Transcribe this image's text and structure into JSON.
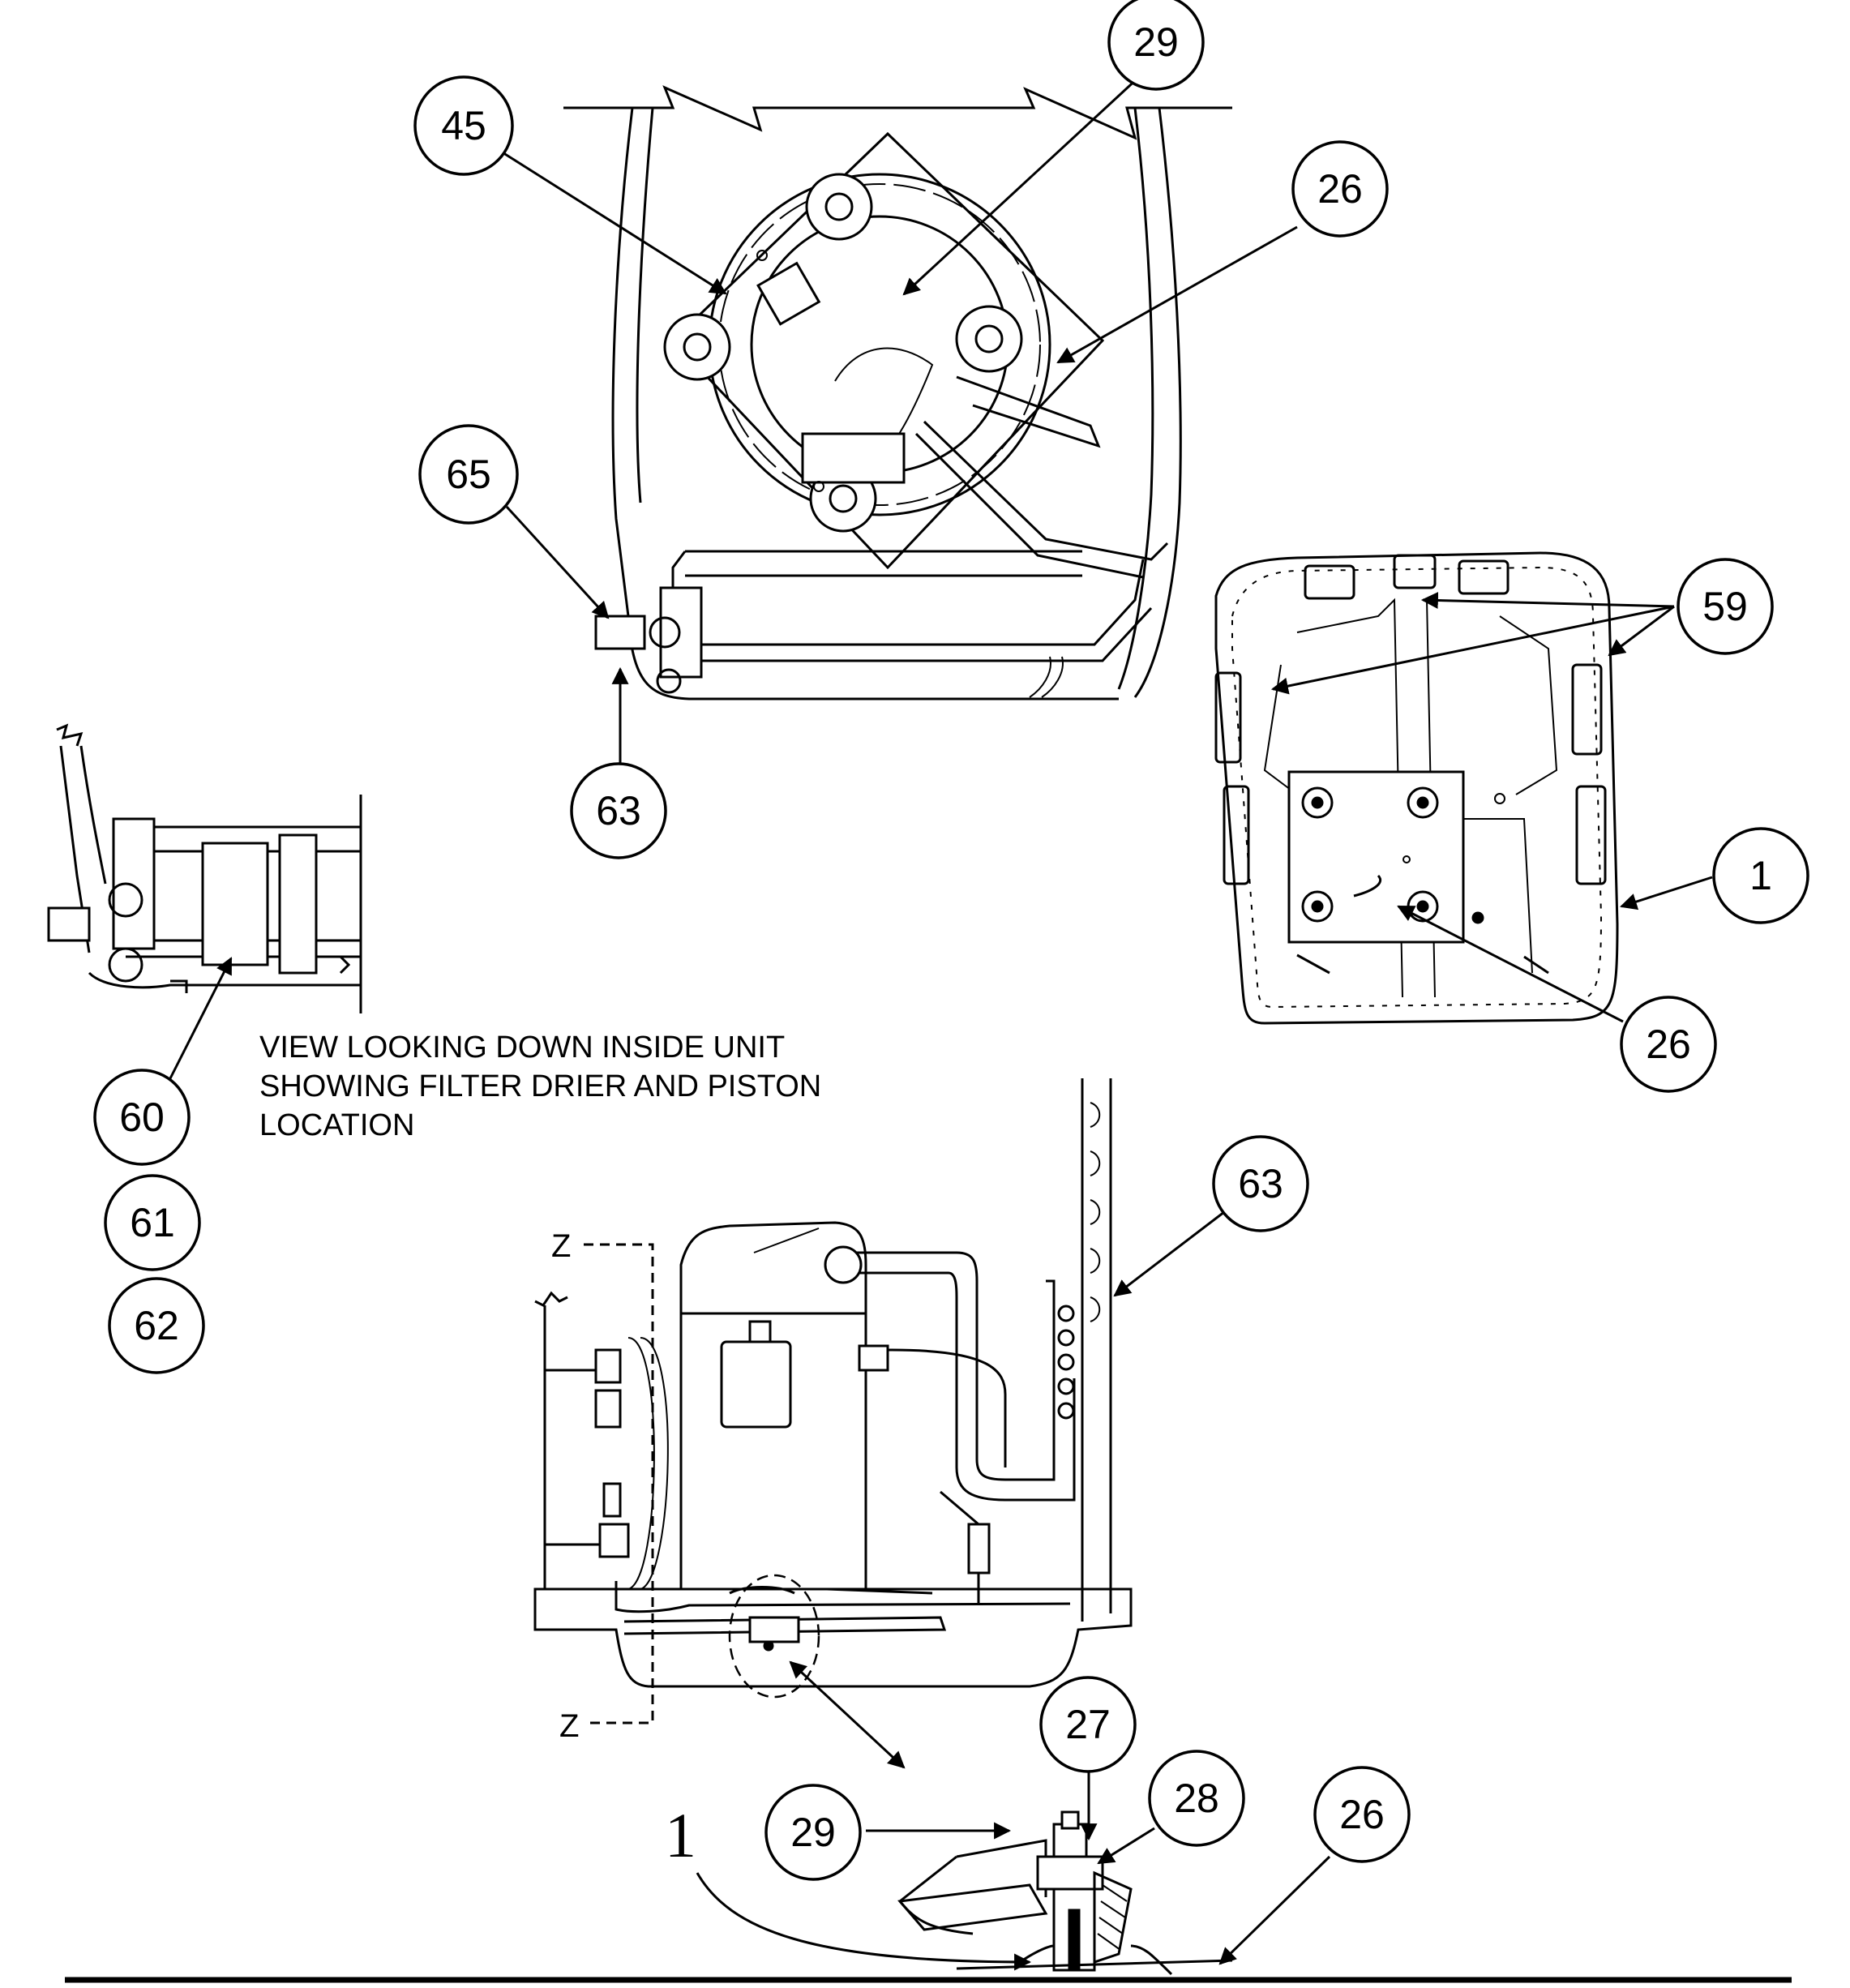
{
  "caption": {
    "line1": "VIEW LOOKING DOWN INSIDE UNIT",
    "line2": "SHOWING FILTER DRIER AND PISTON",
    "line3": "LOCATION"
  },
  "section_marks": {
    "top": "Z",
    "bottom": "Z",
    "detail_mark": "1"
  },
  "callouts": {
    "c29_top": "29",
    "c45": "45",
    "c26_top": "26",
    "c65": "65",
    "c63_top": "63",
    "c59": "59",
    "c1": "1",
    "c26_base": "26",
    "c60": "60",
    "c61": "61",
    "c62": "62",
    "c63_side": "63",
    "c27": "27",
    "c28": "28",
    "c29_detail": "29",
    "c26_detail": "26"
  }
}
